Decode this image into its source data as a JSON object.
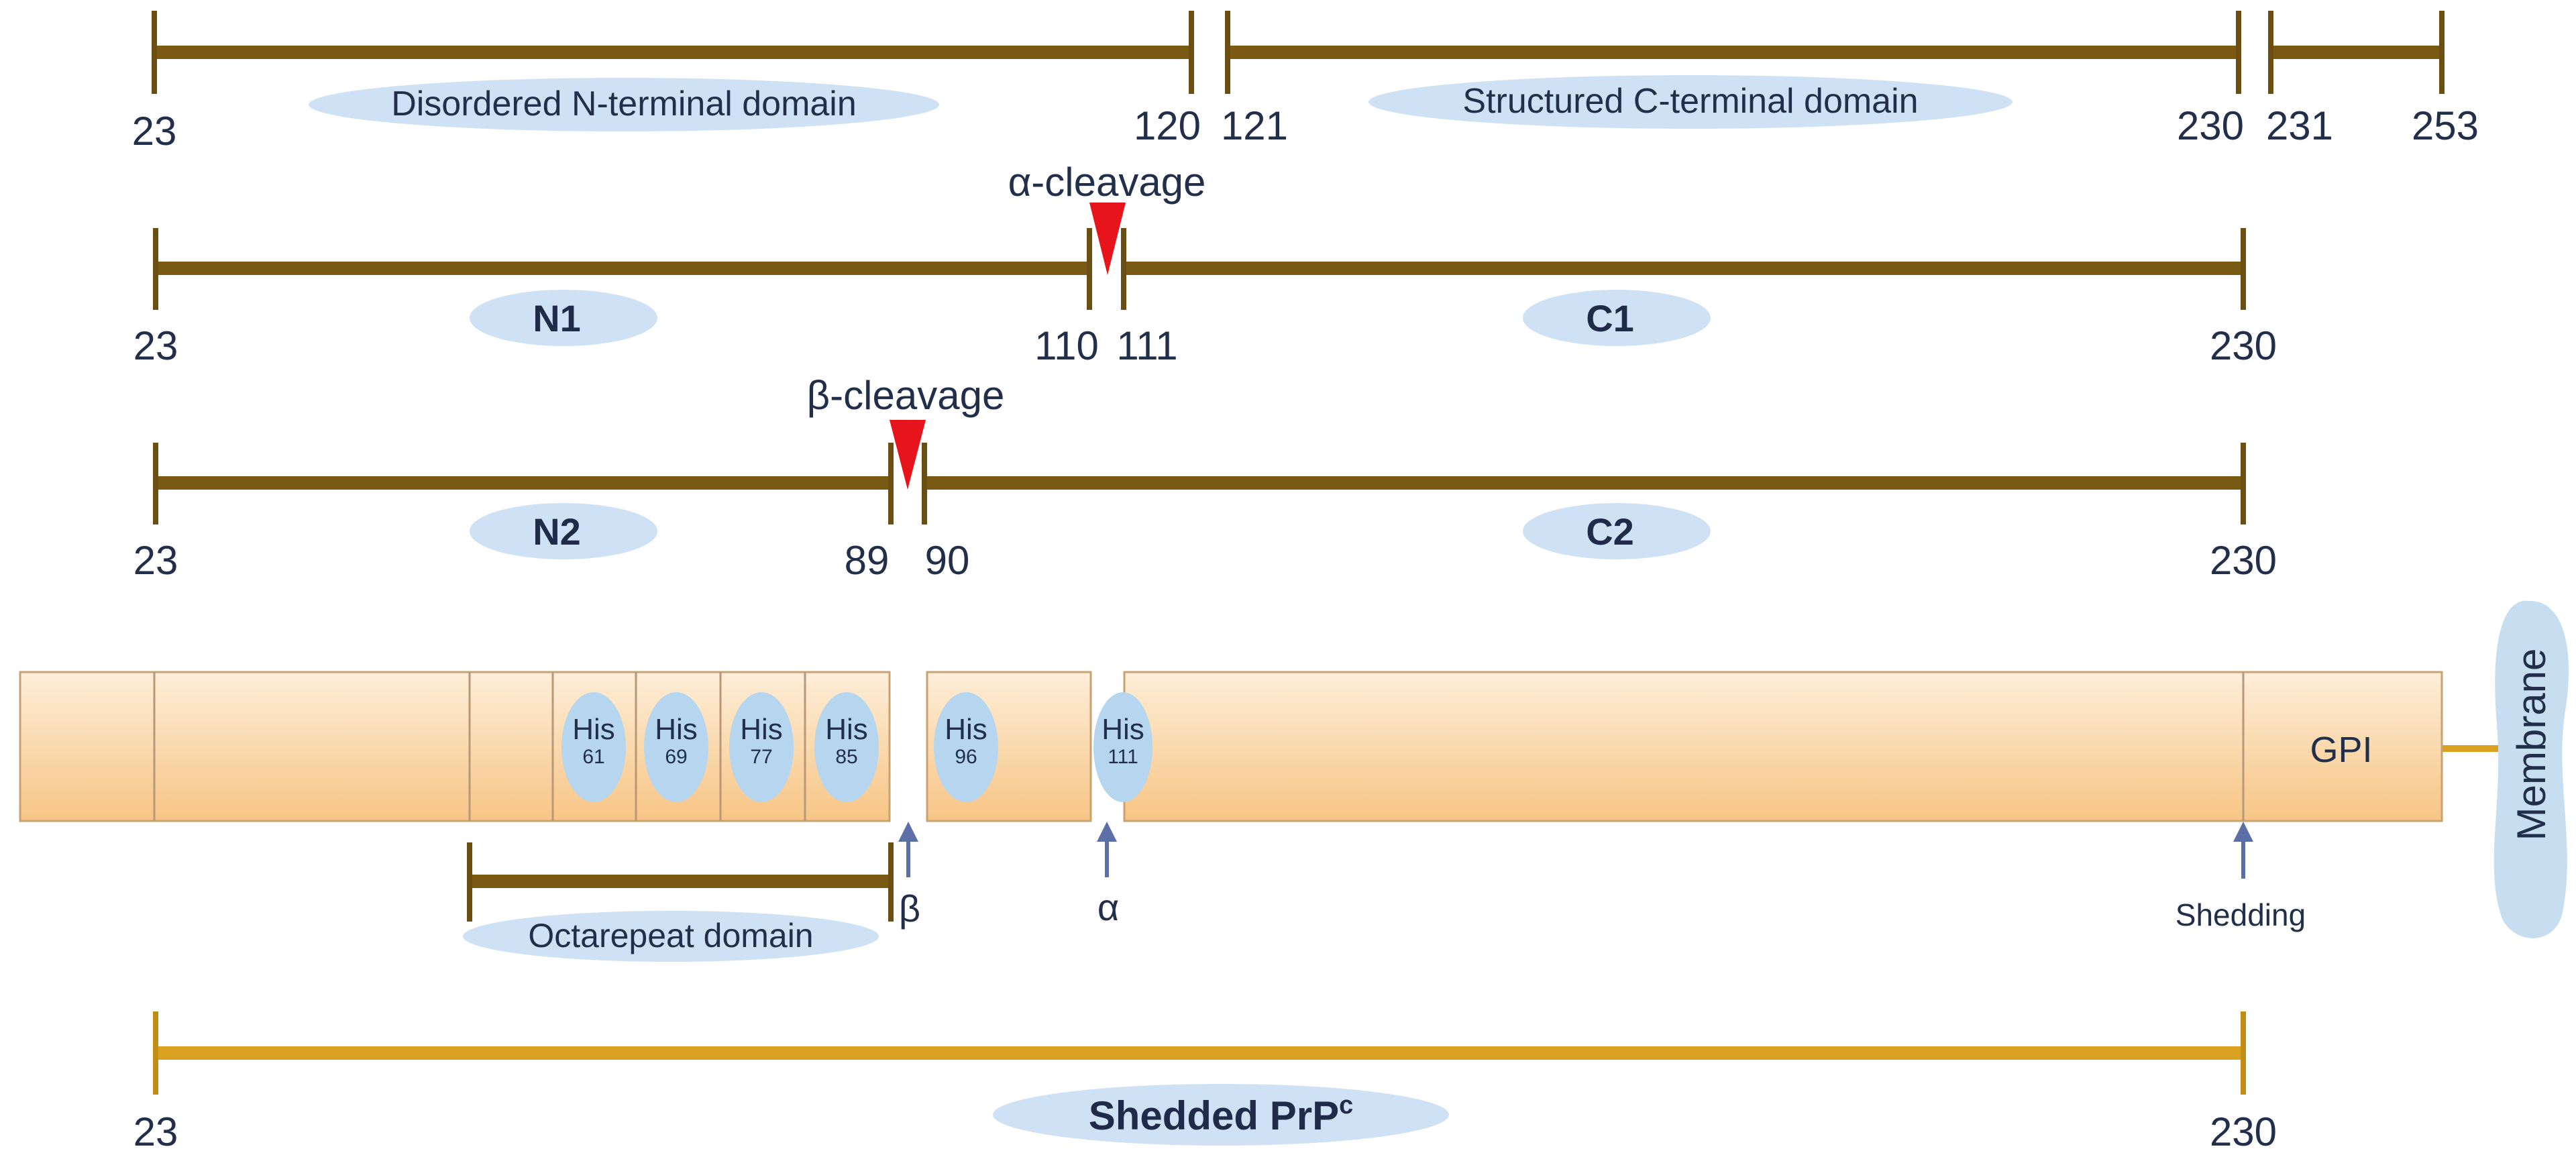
{
  "colors": {
    "bar_dark": "#7a5a12",
    "bar_gold": "#d9a11f",
    "tick": "#6b4f12",
    "text": "#222f4a",
    "label_blob": "#cfe2f5",
    "cleavage_marker": "#e8141b",
    "protein_fill_top": "#fce6c8",
    "protein_fill_bottom": "#f8c98a",
    "protein_stroke": "#c8a272",
    "his_blob": "#b6d5ee",
    "arrow": "#5c6fa6",
    "membrane": "#c7def1"
  },
  "row1": {
    "start": "23",
    "end_n": "120",
    "start_c": "121",
    "end_c": "230",
    "start_gpi": "231",
    "end_gpi": "253",
    "n_domain_label": "Disordered N-terminal domain",
    "c_domain_label": "Structured C-terminal domain"
  },
  "row2": {
    "title": "α-cleavage",
    "start": "23",
    "end_n": "110",
    "start_c": "111",
    "end_c": "230",
    "n_label": "N1",
    "c_label": "C1"
  },
  "row3": {
    "title": "β-cleavage",
    "start": "23",
    "end_n": "89",
    "start_c": "90",
    "end_c": "230",
    "n_label": "N2",
    "c_label": "C2"
  },
  "protein": {
    "his": [
      {
        "name": "His",
        "num": "61"
      },
      {
        "name": "His",
        "num": "69"
      },
      {
        "name": "His",
        "num": "77"
      },
      {
        "name": "His",
        "num": "85"
      },
      {
        "name": "His",
        "num": "96"
      },
      {
        "name": "His",
        "num": "111"
      }
    ],
    "gpi_label": "GPI",
    "membrane_label": "Membrane",
    "beta_arrow_label": "β",
    "alpha_arrow_label": "α",
    "shedding_label": "Shedding",
    "octarepeat_label": "Octarepeat domain"
  },
  "shed": {
    "start": "23",
    "end": "230",
    "label": "Shedded PrP",
    "label_sup": "c"
  }
}
